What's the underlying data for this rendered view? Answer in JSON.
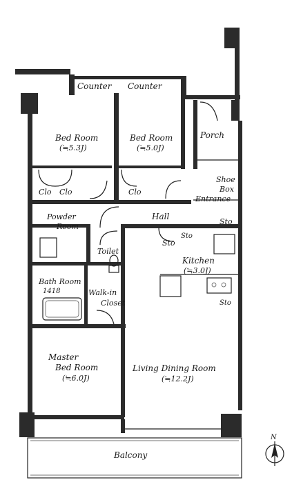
{
  "rooms": {
    "counter_left": "Counter",
    "counter_right": "Counter",
    "bed_room_1": {
      "name": "Bed Room",
      "size": "(≒5.3J)"
    },
    "bed_room_2": {
      "name": "Bed Room",
      "size": "(≒5.0J)"
    },
    "porch": "Porch",
    "shoe_box": [
      "Shoe",
      "Box"
    ],
    "entrance": "Entrance",
    "clo_1": "Clo",
    "clo_2": "Clo",
    "clo_3": "Clo",
    "hall": "Hall",
    "sto_1": "Sto",
    "sto_2": "Sto",
    "sto_3": "Sto",
    "sto_4": "Sto",
    "powder_room": [
      "Powder",
      "Room"
    ],
    "toilet": "Toilet",
    "kitchen": {
      "name": "Kitchen",
      "size": "(≒3.0J)"
    },
    "bath_room": {
      "name": "Bath Room",
      "model": "1418"
    },
    "walk_in_closet": [
      "Walk-in",
      "Closet"
    ],
    "master_bed_room": {
      "name": [
        "Master",
        "Bed Room"
      ],
      "size": "(≒6.0J)"
    },
    "living_dining_room": {
      "name": "Living Dining Room",
      "size": "(≒12.2J)"
    },
    "balcony": "Balcony"
  },
  "compass": {
    "north_label": "N"
  }
}
